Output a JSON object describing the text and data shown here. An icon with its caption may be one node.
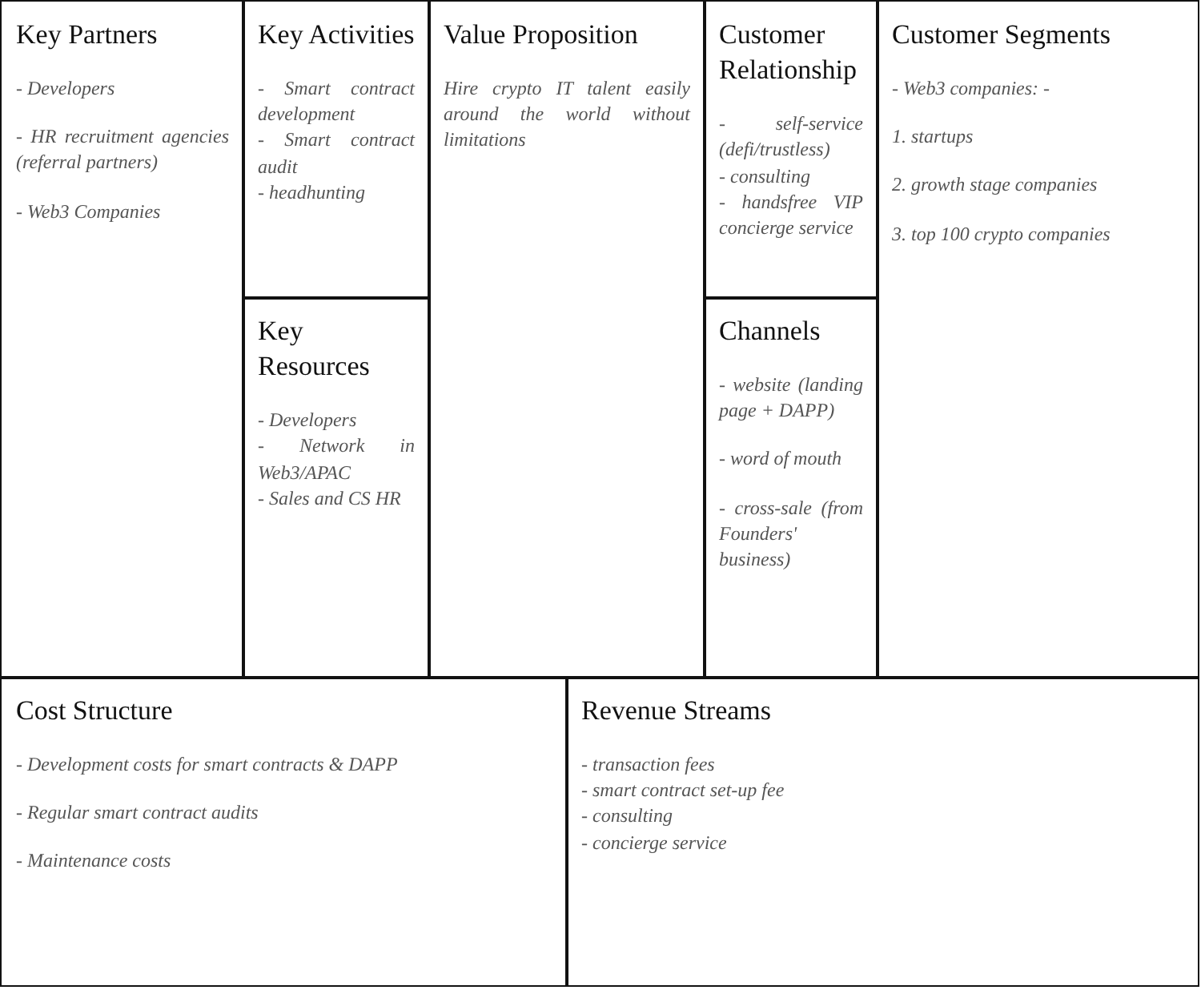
{
  "diagram": {
    "nodes": [
      {
        "text": [
          "Key Partners",
          "- Developers",
          "- HR recruitment agencies (referral partners)",
          "- Web3 Companies"
        ]
      },
      {
        "text": [
          "Key Activities",
          "- Smart contract development",
          "- Smart contract audit",
          "- headhunting"
        ]
      },
      {
        "text": [
          "Key Resources",
          "- Developers",
          "- Network in Web3/APAC",
          "- Sales and CS HR"
        ]
      },
      {
        "text": [
          "Value Proposition",
          "Hire crypto IT talent easily around the world without limitations"
        ]
      },
      {
        "text": [
          "Customer Relationship",
          "- self-service (defi/trustless)",
          "- consulting",
          "- handsfree VIP concierge service"
        ]
      },
      {
        "text": [
          "Channels",
          "- website (landing page + DAPP)",
          "- word of mouth",
          "- cross-sale (from Founders' business)"
        ]
      },
      {
        "text": [
          "Customer Segments",
          "- Web3 companies: -",
          "1. startups",
          "2. growth stage companies",
          "3. top 100 crypto companies"
        ]
      },
      {
        "text": [
          "Cost Structure",
          "- Development costs for smart contracts & DAPP",
          "- Regular smart contract audits",
          "- Maintenance costs"
        ]
      },
      {
        "text": [
          "Revenue Streams",
          "- transaction fees",
          "- smart contract set-up fee",
          "- consulting",
          "- concierge service"
        ]
      }
    ]
  }
}
